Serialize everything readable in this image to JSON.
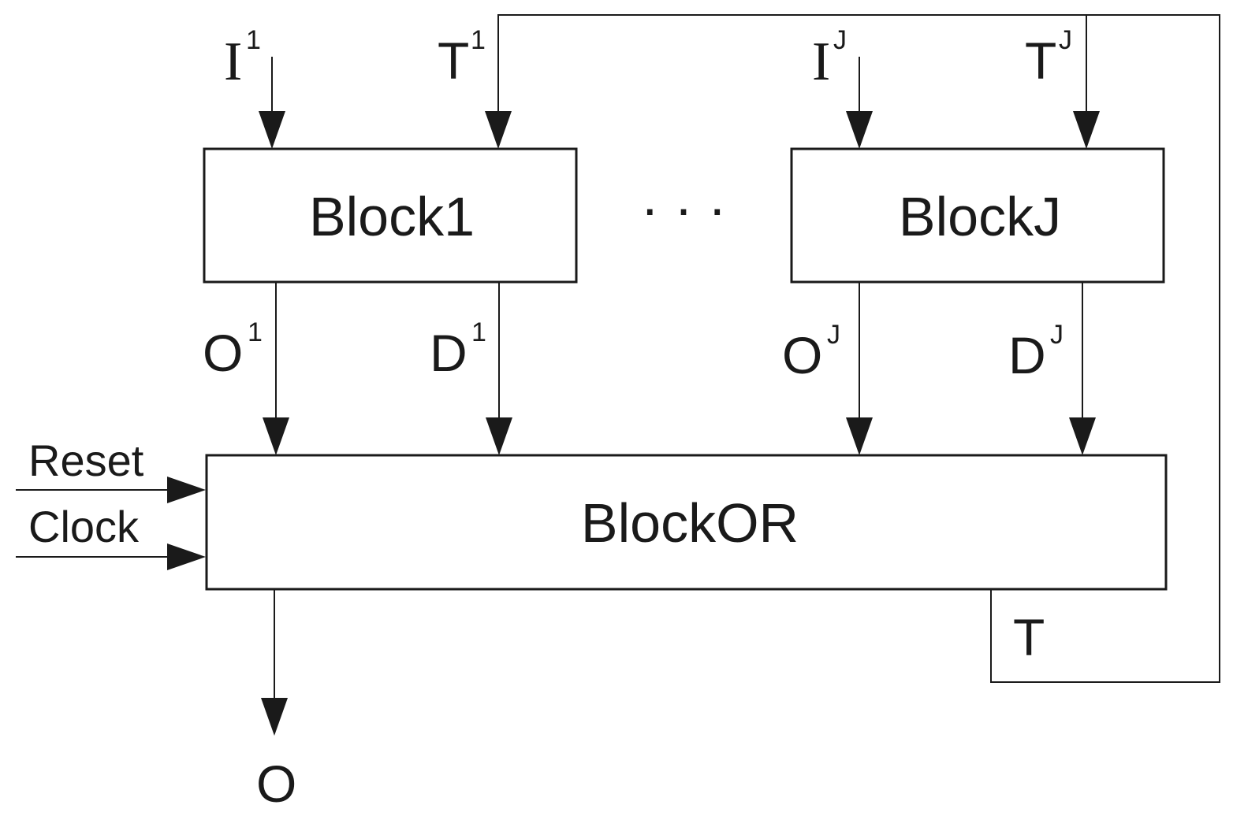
{
  "blocks": {
    "block1": "Block1",
    "blockJ": "BlockJ",
    "blockOR": "BlockOR",
    "ellipsis": "· · ·"
  },
  "signals": {
    "i1": {
      "base": "I",
      "sup": "1"
    },
    "t1": {
      "base": "T",
      "sup": "1"
    },
    "iJ": {
      "base": "I",
      "sup": "J"
    },
    "tJ": {
      "base": "T",
      "sup": "J"
    },
    "o1": {
      "base": "O",
      "sup": "1"
    },
    "d1": {
      "base": "D",
      "sup": "1"
    },
    "oJ": {
      "base": "O",
      "sup": "J"
    },
    "dJ": {
      "base": "D",
      "sup": "J"
    },
    "reset": "Reset",
    "clock": "Clock",
    "t": "T",
    "o": "O"
  }
}
